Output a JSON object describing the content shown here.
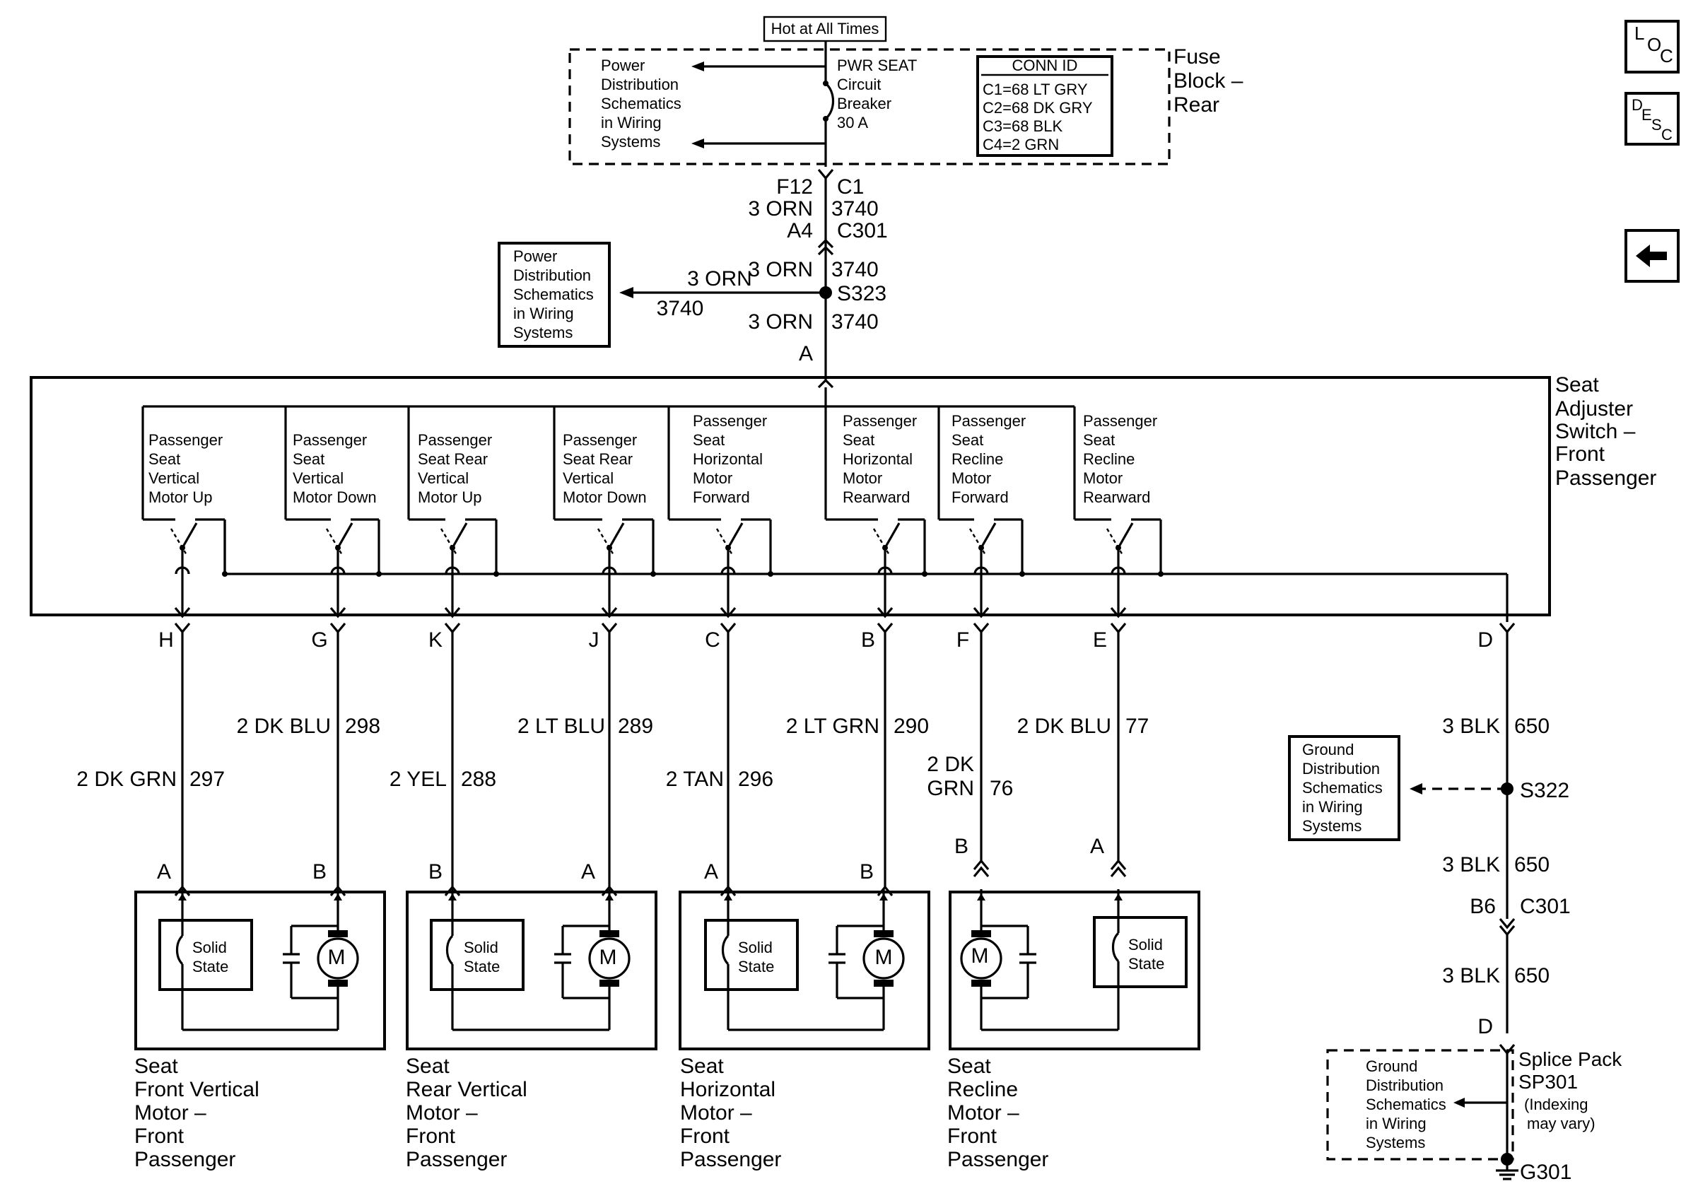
{
  "header": {
    "hot_label": "Hot at All Times"
  },
  "fuse_block": {
    "title": [
      "Fuse",
      "Block –",
      "Rear"
    ],
    "left_ref": [
      "Power",
      "Distribution",
      "Schematics",
      "in Wiring",
      "Systems"
    ],
    "breaker_label": [
      "PWR SEAT",
      "Circuit",
      "Breaker",
      "30 A"
    ],
    "conn_id_title": "CONN ID",
    "conn_id_rows": [
      "C1=68 LT GRY",
      "C2=68 DK GRY",
      "C3=68 BLK",
      "C4=2 GRN"
    ]
  },
  "feed": {
    "fuse_pin": "F12",
    "fuse_conn": "C1",
    "wire1_color": "3 ORN",
    "wire1_circuit": "3740",
    "c301_pin": "A4",
    "c301_conn": "C301",
    "wire2_color": "3 ORN",
    "wire2_circuit": "3740",
    "splice": "S323",
    "wire3_color": "3 ORN",
    "wire3_circuit": "3740",
    "branch_color": "3 ORN",
    "branch_circuit": "3740",
    "branch_ref": [
      "Power",
      "Distribution",
      "Schematics",
      "in Wiring",
      "Systems"
    ],
    "switch_input_pin": "A"
  },
  "switch_assembly": {
    "title": [
      "Seat",
      "Adjuster",
      "Switch –",
      "Front",
      "Passenger"
    ],
    "switches": [
      [
        "Passenger",
        "Seat",
        "Vertical",
        "Motor Up"
      ],
      [
        "Passenger",
        "Seat",
        "Vertical",
        "Motor Down"
      ],
      [
        "Passenger",
        "Seat Rear",
        "Vertical",
        "Motor Up"
      ],
      [
        "Passenger",
        "Seat Rear",
        "Vertical",
        "Motor Down"
      ],
      [
        "Passenger",
        "Seat",
        "Horizontal",
        "Motor",
        "Forward"
      ],
      [
        "Passenger",
        "Seat",
        "Horizontal",
        "Motor",
        "Rearward"
      ],
      [
        "Passenger",
        "Seat",
        "Recline",
        "Motor",
        "Forward"
      ],
      [
        "Passenger",
        "Seat",
        "Recline",
        "Motor",
        "Rearward"
      ]
    ]
  },
  "outputs": [
    {
      "pin": "H",
      "color": "2 DK GRN",
      "circuit": "297",
      "motor_pin": "A"
    },
    {
      "pin": "G",
      "color": "2 DK BLU",
      "circuit": "298",
      "motor_pin": "B"
    },
    {
      "pin": "K",
      "color": "2 YEL",
      "circuit": "288",
      "motor_pin": "B"
    },
    {
      "pin": "J",
      "color": "2 LT BLU",
      "circuit": "289",
      "motor_pin": "A"
    },
    {
      "pin": "C",
      "color": "2 TAN",
      "circuit": "296",
      "motor_pin": "A"
    },
    {
      "pin": "B",
      "color": "2 LT GRN",
      "circuit": "290",
      "motor_pin": "B"
    },
    {
      "pin": "F",
      "color": "2 DK",
      "color2": "GRN",
      "circuit": "76",
      "motor_pin": "B"
    },
    {
      "pin": "E",
      "color": "2 DK BLU",
      "circuit": "77",
      "motor_pin": "A"
    }
  ],
  "motors": [
    {
      "title": [
        "Seat",
        "Front Vertical",
        "Motor –",
        "Front",
        "Passenger"
      ],
      "solid_state": [
        "Solid",
        "State"
      ],
      "motor_symbol": "M"
    },
    {
      "title": [
        "Seat",
        "Rear Vertical",
        "Motor –",
        "Front",
        "Passenger"
      ],
      "solid_state": [
        "Solid",
        "State"
      ],
      "motor_symbol": "M"
    },
    {
      "title": [
        "Seat",
        "Horizontal",
        "Motor –",
        "Front",
        "Passenger"
      ],
      "solid_state": [
        "Solid",
        "State"
      ],
      "motor_symbol": "M"
    },
    {
      "title": [
        "Seat",
        "Recline",
        "Motor –",
        "Front",
        "Passenger"
      ],
      "solid_state": [
        "Solid",
        "State"
      ],
      "motor_symbol": "M"
    }
  ],
  "ground": {
    "pin": "D",
    "wire1_color": "3 BLK",
    "wire1_circuit": "650",
    "splice": "S322",
    "splice_ref": [
      "Ground",
      "Distribution",
      "Schematics",
      "in Wiring",
      "Systems"
    ],
    "wire2_color": "3 BLK",
    "wire2_circuit": "650",
    "c301_pin": "B6",
    "c301_conn": "C301",
    "wire3_color": "3 BLK",
    "wire3_circuit": "650",
    "sp_pin": "D",
    "splice_pack": [
      "Splice Pack",
      "SP301",
      "(Indexing",
      "may vary)"
    ],
    "sp_ref": [
      "Ground",
      "Distribution",
      "Schematics",
      "in Wiring",
      "Systems"
    ],
    "ground_id": "G301"
  },
  "side_buttons": {
    "loc": [
      "L",
      "O",
      "C"
    ],
    "desc": [
      "D",
      "E",
      "S",
      "C"
    ],
    "back_arrow": "back-arrow-icon"
  }
}
